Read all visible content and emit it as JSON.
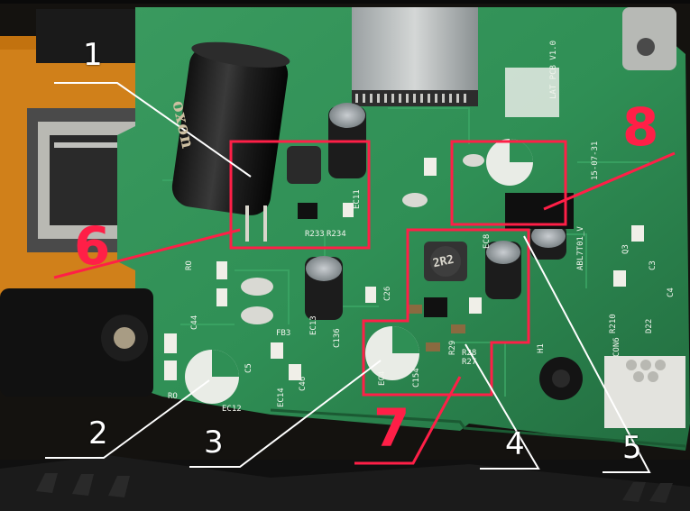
{
  "callout_labels": {
    "white": [
      "1",
      "2",
      "3",
      "4",
      "5"
    ],
    "red": [
      "6",
      "7",
      "8"
    ]
  },
  "silkscreen": {
    "board_id": "ABL7T01_V",
    "pcb_version": "LAT PCB V1.0",
    "date": "15-07-31",
    "refs": [
      "EC11",
      "EC12",
      "EC4",
      "EC8",
      "C154",
      "R27",
      "R28",
      "R29",
      "R233",
      "R234",
      "C136",
      "C26",
      "C44",
      "C46",
      "EC13",
      "EC14",
      "FB3",
      "C5",
      "RO",
      "RO",
      "H1",
      "CON6",
      "R210",
      "D22",
      "Q3",
      "C4",
      "C3"
    ],
    "inductor_marking": "2R2"
  },
  "capacitor_branding": "oxon",
  "colors": {
    "pcb_green": "#2f8f55",
    "pcb_dark": "#1f6b3e",
    "annotation_red": "#ff1f47",
    "annotation_white": "#ffffff",
    "solder": "#d9d9d3",
    "background": "#14120f"
  }
}
